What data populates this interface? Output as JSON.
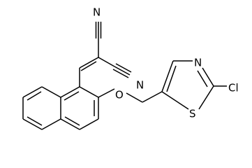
{
  "atoms": {
    "n_top": "N",
    "n_side": "N",
    "oxygen": "O",
    "thiazole_n": "N",
    "sulfur": "S",
    "chlorine": "Cl"
  }
}
